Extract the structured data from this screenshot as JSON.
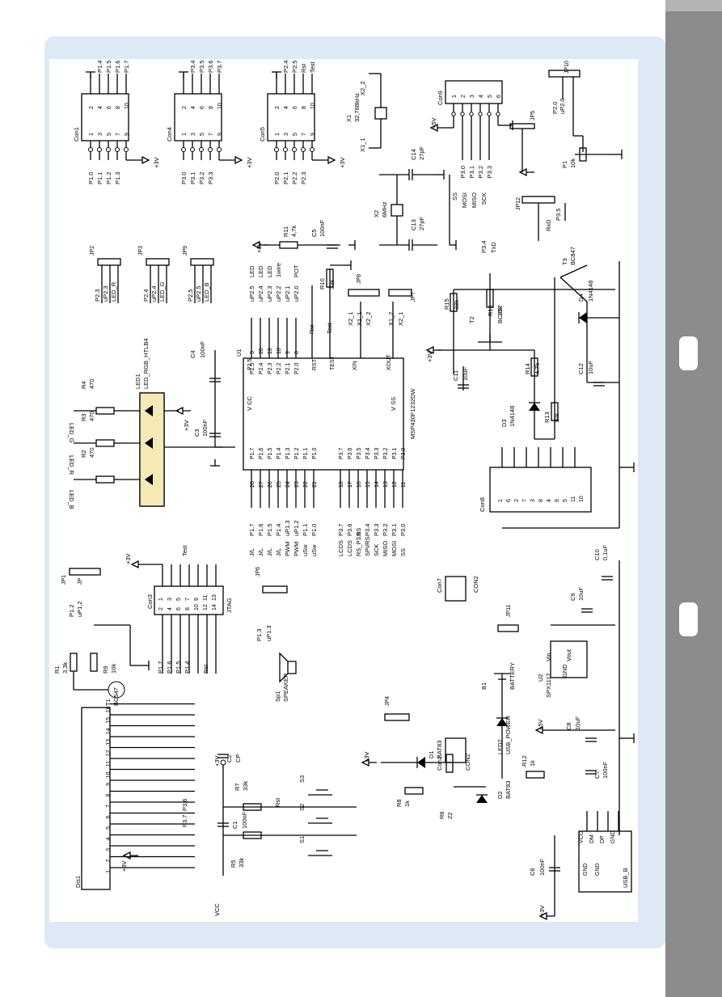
{
  "connectors": {
    "con1": {
      "name": "Con1",
      "top": [
        "P1.4",
        "P1.5",
        "P1.6",
        "P1.7"
      ],
      "bottom": [
        "P1.0",
        "P1.1",
        "P1.2",
        "P1.3"
      ]
    },
    "con4": {
      "name": "Con4",
      "top": [
        "P3.4",
        "P3.5",
        "P3.6",
        "P3.7"
      ],
      "bottom": [
        "P3.0",
        "P3.1",
        "P3.2",
        "P3.3"
      ]
    },
    "con5": {
      "name": "Con5",
      "top": [
        "P2.4",
        "P2.5",
        "Rst",
        "Test"
      ],
      "bottom": [
        "P2.0",
        "P2.1",
        "P2.2",
        "P2.3"
      ]
    },
    "con9": {
      "name": "Con9",
      "pins": [
        "1",
        "2",
        "3",
        "4",
        "5",
        "6"
      ],
      "signals": [
        "P3.0",
        "P3.1",
        "P3.2",
        "P3.3"
      ]
    },
    "spi": [
      "SS",
      "MOSI",
      "MISO",
      "SCK"
    ],
    "header_pins_top": [
      "2",
      "4",
      "6",
      "8",
      "10"
    ],
    "header_pins_bottom": [
      "1",
      "3",
      "5",
      "7",
      "9"
    ]
  },
  "crystals": {
    "x1": {
      "name": "X1",
      "freq": "32,768kHz",
      "p1": "X1_1",
      "p2": "X2_2"
    },
    "x2": {
      "name": "X2",
      "freq": "6MHz"
    },
    "c14": {
      "name": "C14",
      "value": "27pF"
    },
    "c13": {
      "name": "C13",
      "value": "27pF"
    }
  },
  "jumpers": {
    "jp1": {
      "name": "JP1",
      "label": "JP",
      "pins": [
        "P1.2",
        "uP1.2"
      ]
    },
    "jp2": {
      "name": "JP2",
      "pins": [
        "P2.3",
        "uP2.3",
        "LED_R"
      ]
    },
    "jp3": {
      "name": "JP3",
      "pins": [
        "P2.4",
        "uP2.4",
        "LED_G"
      ]
    },
    "jp9": {
      "name": "JP9",
      "pins": [
        "P2.5",
        "uP2.5",
        "LED_B"
      ]
    },
    "jp5": {
      "name": "JP5"
    },
    "jp6": {
      "name": "JP6",
      "pins": [
        "P1.3",
        "uP1.3"
      ]
    },
    "jp7": {
      "name": "JP7",
      "pins": [
        "X1_2",
        "X2_1"
      ]
    },
    "jp8": {
      "name": "JP8",
      "pins": [
        "X2_1",
        "X1_1",
        "X2_2"
      ]
    },
    "jp10": {
      "name": "JP10",
      "pins": [
        "P2.0",
        "uP2.0"
      ]
    },
    "jp11": {
      "name": "JP11"
    },
    "jp12": {
      "name": "JP12",
      "pins": [
        "RxD",
        "P3.5"
      ]
    },
    "jp4": {
      "name": "JP4"
    }
  },
  "mcu": {
    "name": "U1",
    "part": "MSP430F1232DW",
    "vcc": "V CC",
    "vss": "V SS",
    "test": "TEST",
    "rst": "RST",
    "xin": "XIN",
    "xout": "XOUT",
    "right_pins": [
      {
        "num": "3",
        "name": "P2.5",
        "net": "uP2.5",
        "func": "LED"
      },
      {
        "num": "20",
        "name": "P2.4",
        "net": "uP2.4",
        "func": "LED"
      },
      {
        "num": "19",
        "name": "P2.3",
        "net": "uP2.3",
        "func": "LED"
      },
      {
        "num": "10",
        "name": "P2.2",
        "net": "uP2.2",
        "func": "1wire"
      },
      {
        "num": "9",
        "name": "P2.1",
        "net": "uP2.1",
        "func": ""
      },
      {
        "num": "8",
        "name": "P2.0",
        "net": "uP2.0",
        "func": "POT"
      }
    ],
    "left_pins": [
      {
        "num": "28",
        "name": "P1.7",
        "net": "P1.7",
        "func": "J/L"
      },
      {
        "num": "27",
        "name": "P1.6",
        "net": "P1.6",
        "func": "J/L"
      },
      {
        "num": "26",
        "name": "P1.5",
        "net": "P1.5",
        "func": "J/L"
      },
      {
        "num": "25",
        "name": "P1.4",
        "net": "P1.4",
        "func": "J/L"
      },
      {
        "num": "24",
        "name": "P1.3",
        "net": "uP1.3",
        "func": "PWM"
      },
      {
        "num": "23",
        "name": "P1.2",
        "net": "uP1.2",
        "func": "PWM"
      },
      {
        "num": "22",
        "name": "P1.1",
        "net": "P1.1",
        "func": "uSw"
      },
      {
        "num": "21",
        "name": "P1.0",
        "net": "P1.0",
        "func": "uSw"
      },
      {
        "num": "18",
        "name": "P3.7",
        "net": "P3.7",
        "func": "LCDS"
      },
      {
        "num": "17",
        "name": "P3.6",
        "net": "P3.6",
        "func": "LCDS"
      },
      {
        "num": "16",
        "name": "P3.5",
        "net": "RS",
        "func": "RS_P3.5"
      },
      {
        "num": "15",
        "name": "P3.4",
        "net": "P3.4",
        "func": "SPI/RS"
      },
      {
        "num": "14",
        "name": "P3.3",
        "net": "P3.3",
        "func": "SCK"
      },
      {
        "num": "13",
        "name": "P3.2",
        "net": "P3.2",
        "func": "MISO"
      },
      {
        "num": "12",
        "name": "P3.1",
        "net": "P3.1",
        "func": "MOSI"
      },
      {
        "num": "11",
        "name": "P3.0",
        "net": "P3.0",
        "func": "SS"
      }
    ]
  },
  "passives": {
    "r1": [
      "R1",
      "3,3k"
    ],
    "r2": [
      "R2",
      "470"
    ],
    "r3": [
      "R3",
      "470"
    ],
    "r4": [
      "R4",
      "470"
    ],
    "r5": [
      "R5",
      "33k"
    ],
    "r6": [
      "R6",
      "22"
    ],
    "r7": [
      "R7",
      "33k"
    ],
    "r8": [
      "R8",
      "1k"
    ],
    "r9": [
      "R9",
      "10k"
    ],
    "r10": [
      "R10",
      "33k"
    ],
    "r11": [
      "R11",
      "4,7k"
    ],
    "r12": [
      "R12",
      "1k"
    ],
    "r13": [
      "R13",
      "10k"
    ],
    "r14": [
      "R14",
      "4,7k"
    ],
    "r15": [
      "R15",
      "33k"
    ],
    "r16": [
      "R16",
      "10k"
    ],
    "c1": [
      "C1",
      "100nF"
    ],
    "c2": [
      "C2",
      "CP"
    ],
    "c3": [
      "C3",
      "100nF"
    ],
    "c4": [
      "C4",
      "100nF"
    ],
    "c5": [
      "C5",
      "100nF"
    ],
    "c6": [
      "C6",
      "100nF"
    ],
    "c7": [
      "C7",
      "100nF"
    ],
    "c8": [
      "C8",
      "10uF"
    ],
    "c9": [
      "C9",
      "10uF"
    ],
    "c10": [
      "C10",
      "0,1uF"
    ],
    "c11": [
      "C11",
      "10uF"
    ],
    "c12": [
      "C12",
      "10uF"
    ],
    "p1": [
      "P1",
      "10k"
    ]
  },
  "semis": {
    "t1": [
      "T1",
      "BC547"
    ],
    "t2": [
      "T2",
      "BC857"
    ],
    "t3": [
      "T3",
      "BC847"
    ],
    "d1": [
      "D1",
      "BAT83"
    ],
    "d2": [
      "D2",
      "BAT83"
    ],
    "d3": [
      "D3",
      "1N4148"
    ],
    "d4": [
      "D4",
      "1N4148"
    ],
    "led1": [
      "LED1",
      "LED_RGB_HTLB4"
    ],
    "led2": [
      "LED2",
      "USB_POWER"
    ],
    "u2": {
      "name": "U2",
      "part": "SPX1117",
      "vin": "Vin",
      "vout": "Vout",
      "gnd": "GND"
    }
  },
  "labels": {
    "plus3v": "+3V",
    "plus5v": "+5V",
    "vcc": "VCC",
    "led_r": "LED_R",
    "led_g": "LED_G",
    "led_b": "LED_B",
    "jtag": "JTAG",
    "con3": "Con3",
    "test": "Test",
    "rst": "Rst",
    "txd": "TxD",
    "rxd": "RxD",
    "p34": "P3.4",
    "speaker": "SPEAKER",
    "sp1": "Sp1",
    "battery": "BATTERY",
    "b1": "B1",
    "con7": "Con7",
    "con2": "CON2",
    "con2b": "Con2",
    "con8": "Con8",
    "usb": "USB_B",
    "dis1": "Dis1",
    "s1": "S1",
    "s2": "S2",
    "s3": "S3",
    "usb_pins": [
      "VCC",
      "DM",
      "DP",
      "GND"
    ],
    "usb_gnd": "GND",
    "ng": "GND"
  },
  "jtag_pins": {
    "left": [
      "1",
      "3",
      "5",
      "7",
      "9",
      "11",
      "13"
    ],
    "right": [
      "2",
      "4",
      "6",
      "8",
      "10",
      "12",
      "14"
    ]
  },
  "jtag_nets": [
    "P1.7",
    "P1.6",
    "P1.5",
    "P1.4"
  ],
  "dis1_pins": [
    "1",
    "2",
    "3",
    "4",
    "5",
    "6",
    "7",
    "8",
    "9",
    "10",
    "11",
    "12",
    "13",
    "14",
    "15",
    "16"
  ],
  "dis1_nets": [
    "P3.7",
    "P3.6"
  ],
  "con8_pins": [
    "1",
    "6",
    "2",
    "7",
    "3",
    "8",
    "4",
    "9",
    "5",
    "11",
    "10"
  ]
}
